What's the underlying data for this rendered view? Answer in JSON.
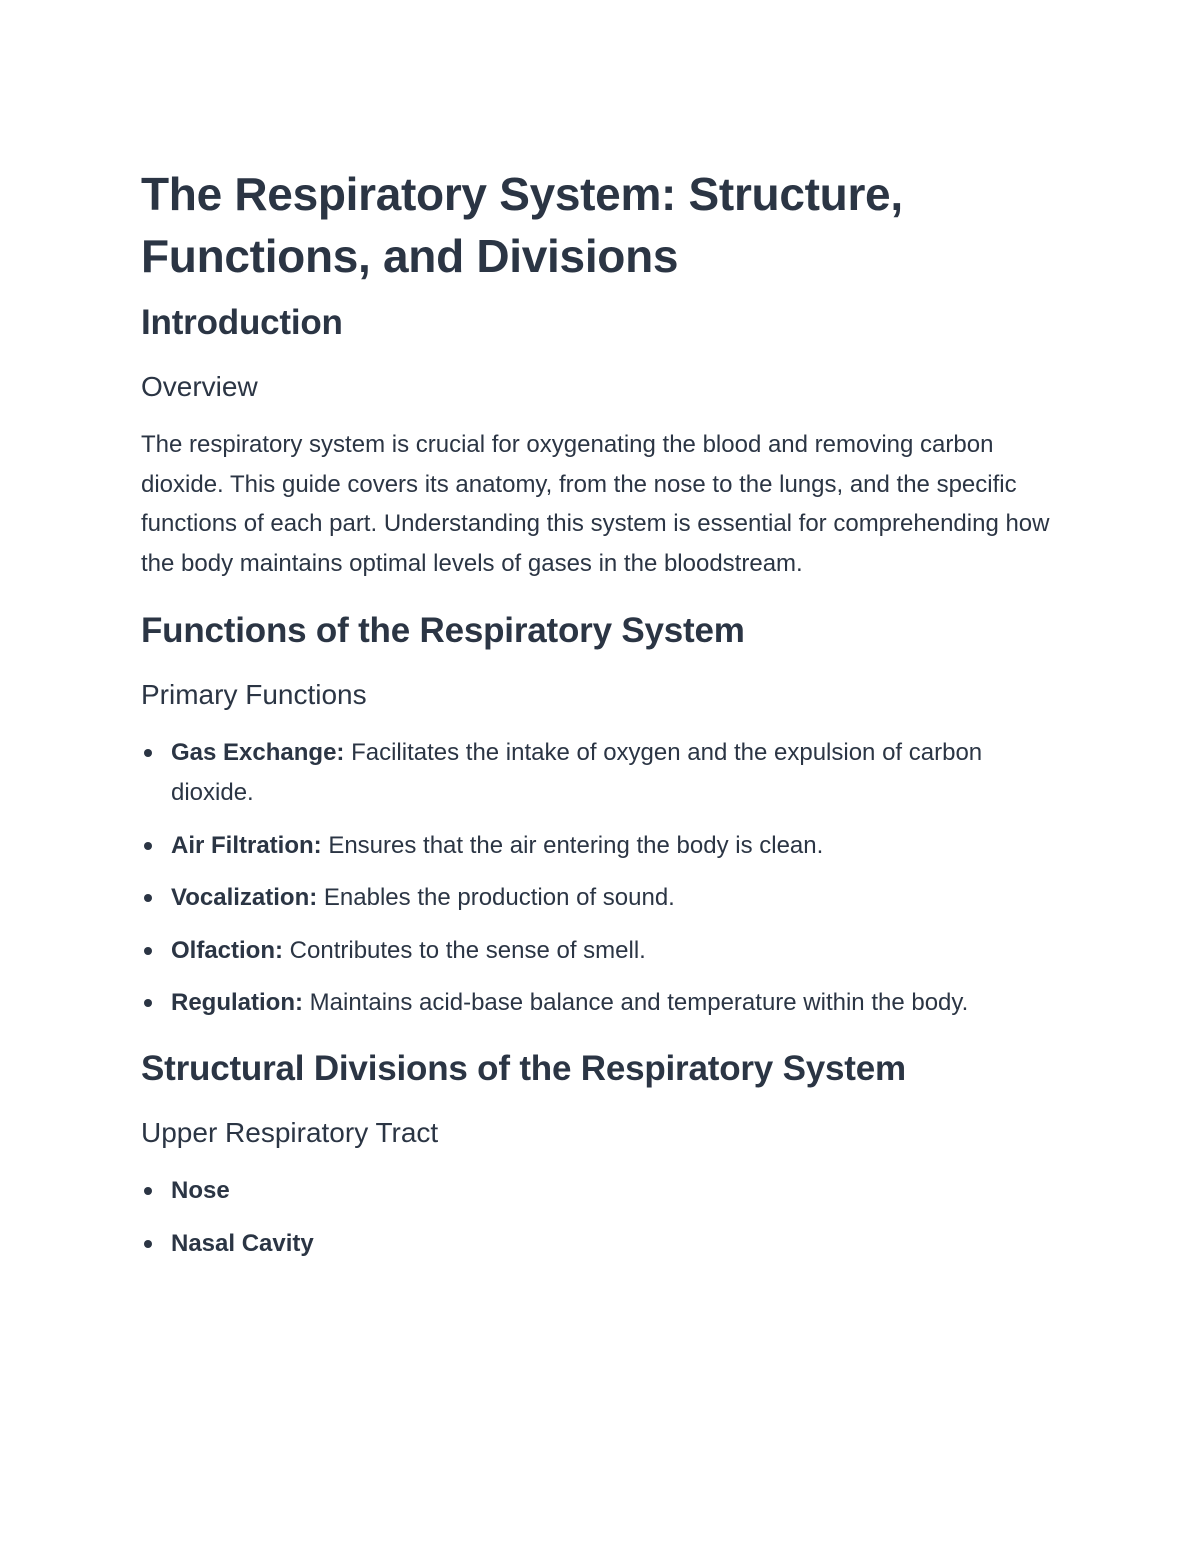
{
  "title": "The Respiratory System: Structure, Functions, and Divisions",
  "introduction": {
    "heading": "Introduction",
    "subheading": "Overview",
    "text": "The respiratory system is crucial for oxygenating the blood and removing carbon dioxide. This guide covers its anatomy, from the nose to the lungs, and the specific functions of each part. Understanding this system is essential for comprehending how the body maintains optimal levels of gases in the bloodstream."
  },
  "functions": {
    "heading": "Functions of the Respiratory System",
    "subheading": "Primary Functions",
    "items": [
      {
        "term": "Gas Exchange:",
        "desc": " Facilitates the intake of oxygen and the expulsion of carbon dioxide."
      },
      {
        "term": "Air Filtration:",
        "desc": " Ensures that the air entering the body is clean."
      },
      {
        "term": "Vocalization:",
        "desc": " Enables the production of sound."
      },
      {
        "term": "Olfaction:",
        "desc": " Contributes to the sense of smell."
      },
      {
        "term": "Regulation:",
        "desc": " Maintains acid-base balance and temperature within the body."
      }
    ]
  },
  "divisions": {
    "heading": "Structural Divisions of the Respiratory System",
    "subheading": "Upper Respiratory Tract",
    "items": [
      "Nose",
      "Nasal Cavity"
    ]
  }
}
